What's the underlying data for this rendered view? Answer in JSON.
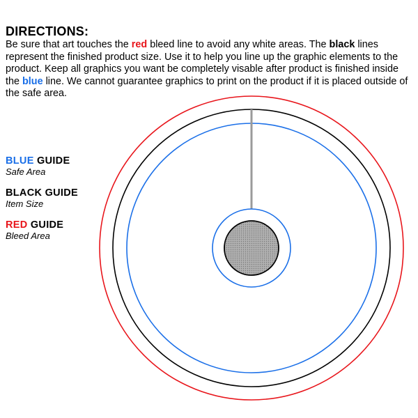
{
  "directions": {
    "title": "DIRECTIONS:",
    "segments": [
      {
        "text": "Be sure that art touches the ",
        "style": "normal"
      },
      {
        "text": "red",
        "style": "red"
      },
      {
        "text": " bleed line to avoid any white areas. The ",
        "style": "normal"
      },
      {
        "text": "black",
        "style": "black"
      },
      {
        "text": " lines represent the finished product size. Use it to help you line  up the graphic elements to the product. Keep all  graphics you want be completely visable after product is finished inside the ",
        "style": "normal"
      },
      {
        "text": "blue",
        "style": "blue"
      },
      {
        "text": " line. We cannot guarantee graphics to print on the product if it is placed outside of the safe area.",
        "style": "normal"
      }
    ]
  },
  "guides": {
    "blue": {
      "color_word": "BLUE",
      "suffix": " GUIDE",
      "subtitle": "Safe Area"
    },
    "black": {
      "color_word": "BLACK",
      "suffix": " GUIDE",
      "subtitle": "Item Size"
    },
    "red": {
      "color_word": "RED",
      "suffix": " GUIDE",
      "subtitle": "Bleed Area"
    }
  },
  "colors": {
    "red": "#e8151b",
    "black": "#000000",
    "blue": "#1a6fe8",
    "hub_fill": "#a8a8a8",
    "hub_stroke": "#000000",
    "slot": "#9a9a9a"
  }
}
